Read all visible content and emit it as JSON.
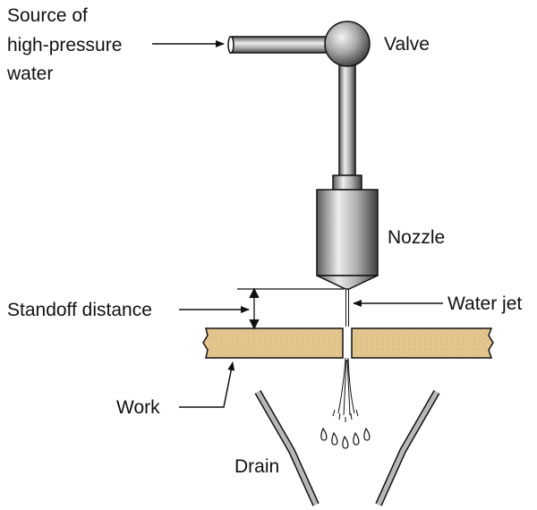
{
  "labels": {
    "source_line1": "Source of",
    "source_line2": "high-pressure",
    "source_line3": "water",
    "valve": "Valve",
    "nozzle": "Nozzle",
    "standoff": "Standoff distance",
    "water_jet": "Water jet",
    "work": "Work",
    "drain": "Drain"
  },
  "colors": {
    "metal_light": "#e8e8e8",
    "metal_mid": "#a8a8a8",
    "metal_dark": "#4a4a4a",
    "work_fill": "#e3c78f",
    "stroke": "#111111",
    "background": "#ffffff"
  }
}
